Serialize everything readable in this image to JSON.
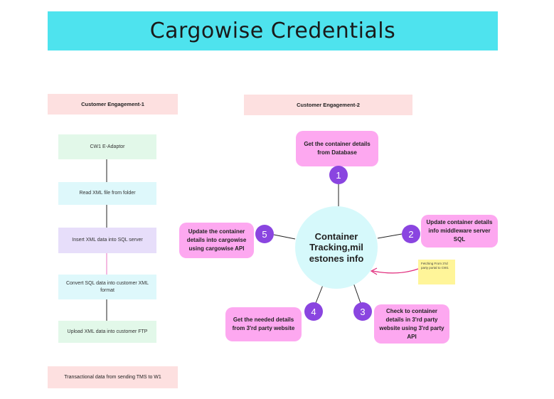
{
  "title": "Cargowise Credentials",
  "engagement1": {
    "header": "Customer Engagement-1",
    "steps": [
      "CW1 E-Adaptor",
      "Read XML file from folder",
      "Insert XML data into SQL server",
      "Convert SQL data into customer XML format",
      "Upload XML data into customer FTP"
    ],
    "footer": "Transactional data from sending TMS to W1"
  },
  "engagement2": {
    "header": "Customer Engagement-2",
    "center": "Container Tracking,mil estones info",
    "nodes": [
      {
        "number": "1",
        "text": "Get the container details from Database"
      },
      {
        "number": "2",
        "text": "Update container details info middleware server SQL"
      },
      {
        "number": "3",
        "text": "Check to container details in 3'rd party website using 3'rd party API"
      },
      {
        "number": "4",
        "text": "Get the needed details from 3'rd party website"
      },
      {
        "number": "5",
        "text": "Update the container details into cargowise using cargowise API"
      }
    ],
    "sticky_note": "Fetching From 3'rd party portal to CW1"
  },
  "colors": {
    "title_bar": "#4ee3ee",
    "header_bg": "#fde0e0",
    "node_bg": "#fda8f0",
    "number_badge": "#8a45e0",
    "center_bg": "#d6f9fb",
    "sticky": "#fff599",
    "arrow": "#e0287a"
  }
}
